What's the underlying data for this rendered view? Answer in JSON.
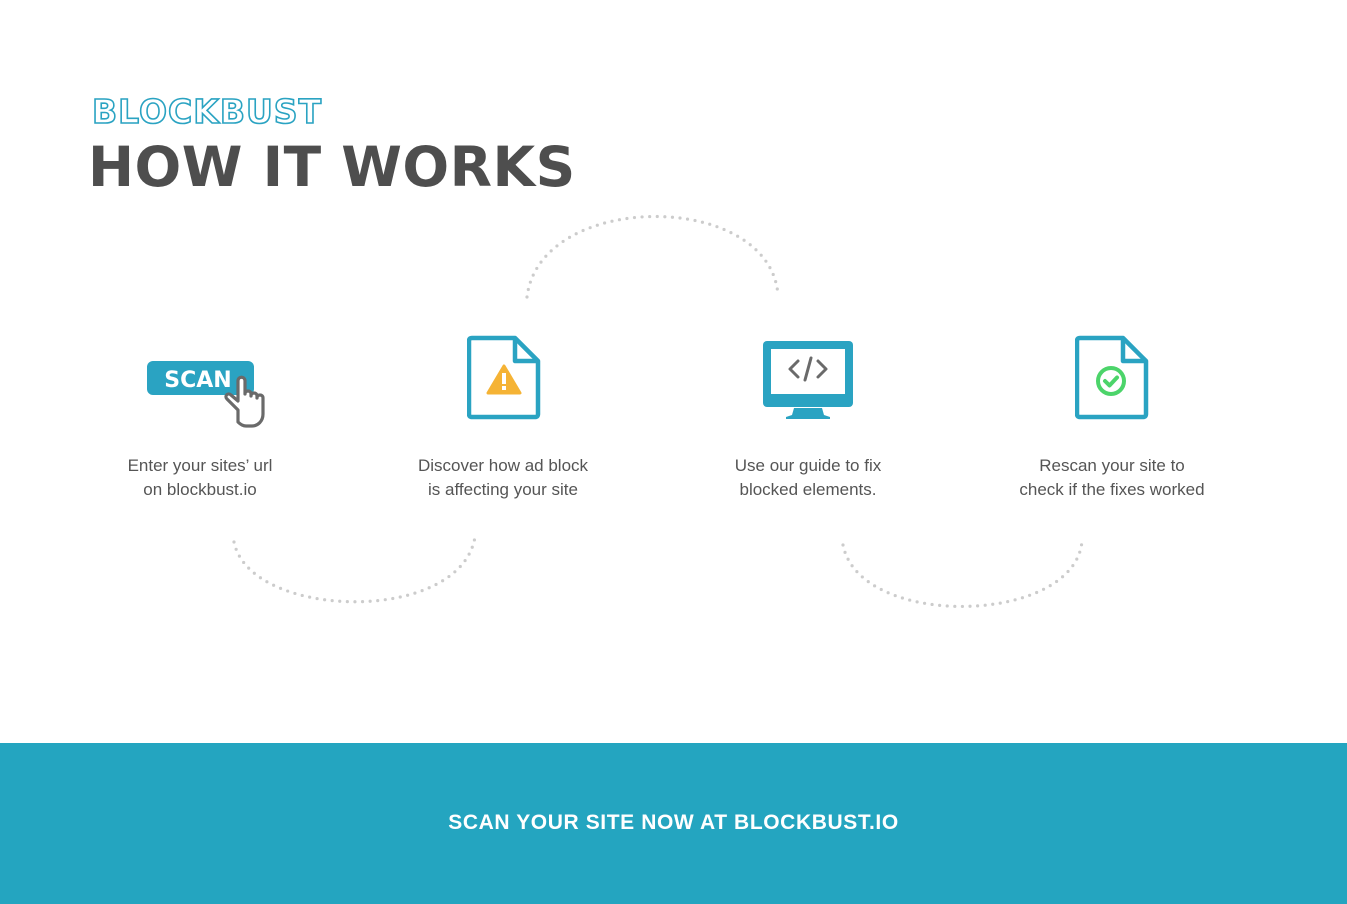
{
  "header": {
    "brand": "BLOCKBUST",
    "title": "HOW IT WORKS"
  },
  "colors": {
    "accent": "#2aa3c2",
    "footer_bg": "#24a5c0",
    "title_text": "#4e4e4e",
    "body_text": "#555555",
    "warning": "#f5b335",
    "success": "#4cd46a",
    "dots": "#cccccc"
  },
  "steps": [
    {
      "icon": "scan-button-cursor-icon",
      "icon_label": "SCAN",
      "lines": [
        "Enter your sites’ url",
        "on blockbust.io"
      ]
    },
    {
      "icon": "document-warning-icon",
      "lines": [
        "Discover how ad block",
        "is affecting your site"
      ]
    },
    {
      "icon": "monitor-code-icon",
      "lines": [
        "Use our guide to fix",
        "blocked elements."
      ]
    },
    {
      "icon": "document-check-icon",
      "lines": [
        "Rescan your site to",
        "check if the fixes worked"
      ]
    }
  ],
  "footer": {
    "cta": "SCAN YOUR SITE NOW AT BLOCKBUST.IO"
  }
}
